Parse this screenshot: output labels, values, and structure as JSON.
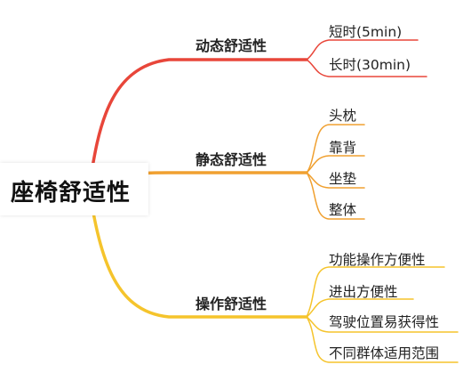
{
  "root": {
    "label": "座椅舒适性"
  },
  "branches": [
    {
      "label": "动态舒适性",
      "color": "#e8463a",
      "leaves": [
        "短时(5min)",
        "长时(30min)"
      ]
    },
    {
      "label": "静态舒适性",
      "color": "#f0a030",
      "leaves": [
        "头枕",
        "靠背",
        "坐垫",
        "整体"
      ]
    },
    {
      "label": "操作舒适性",
      "color": "#f5c42c",
      "leaves": [
        "功能操作方便性",
        "进出方便性",
        "驾驶位置易获得性",
        "不同群体适用范围"
      ]
    }
  ]
}
